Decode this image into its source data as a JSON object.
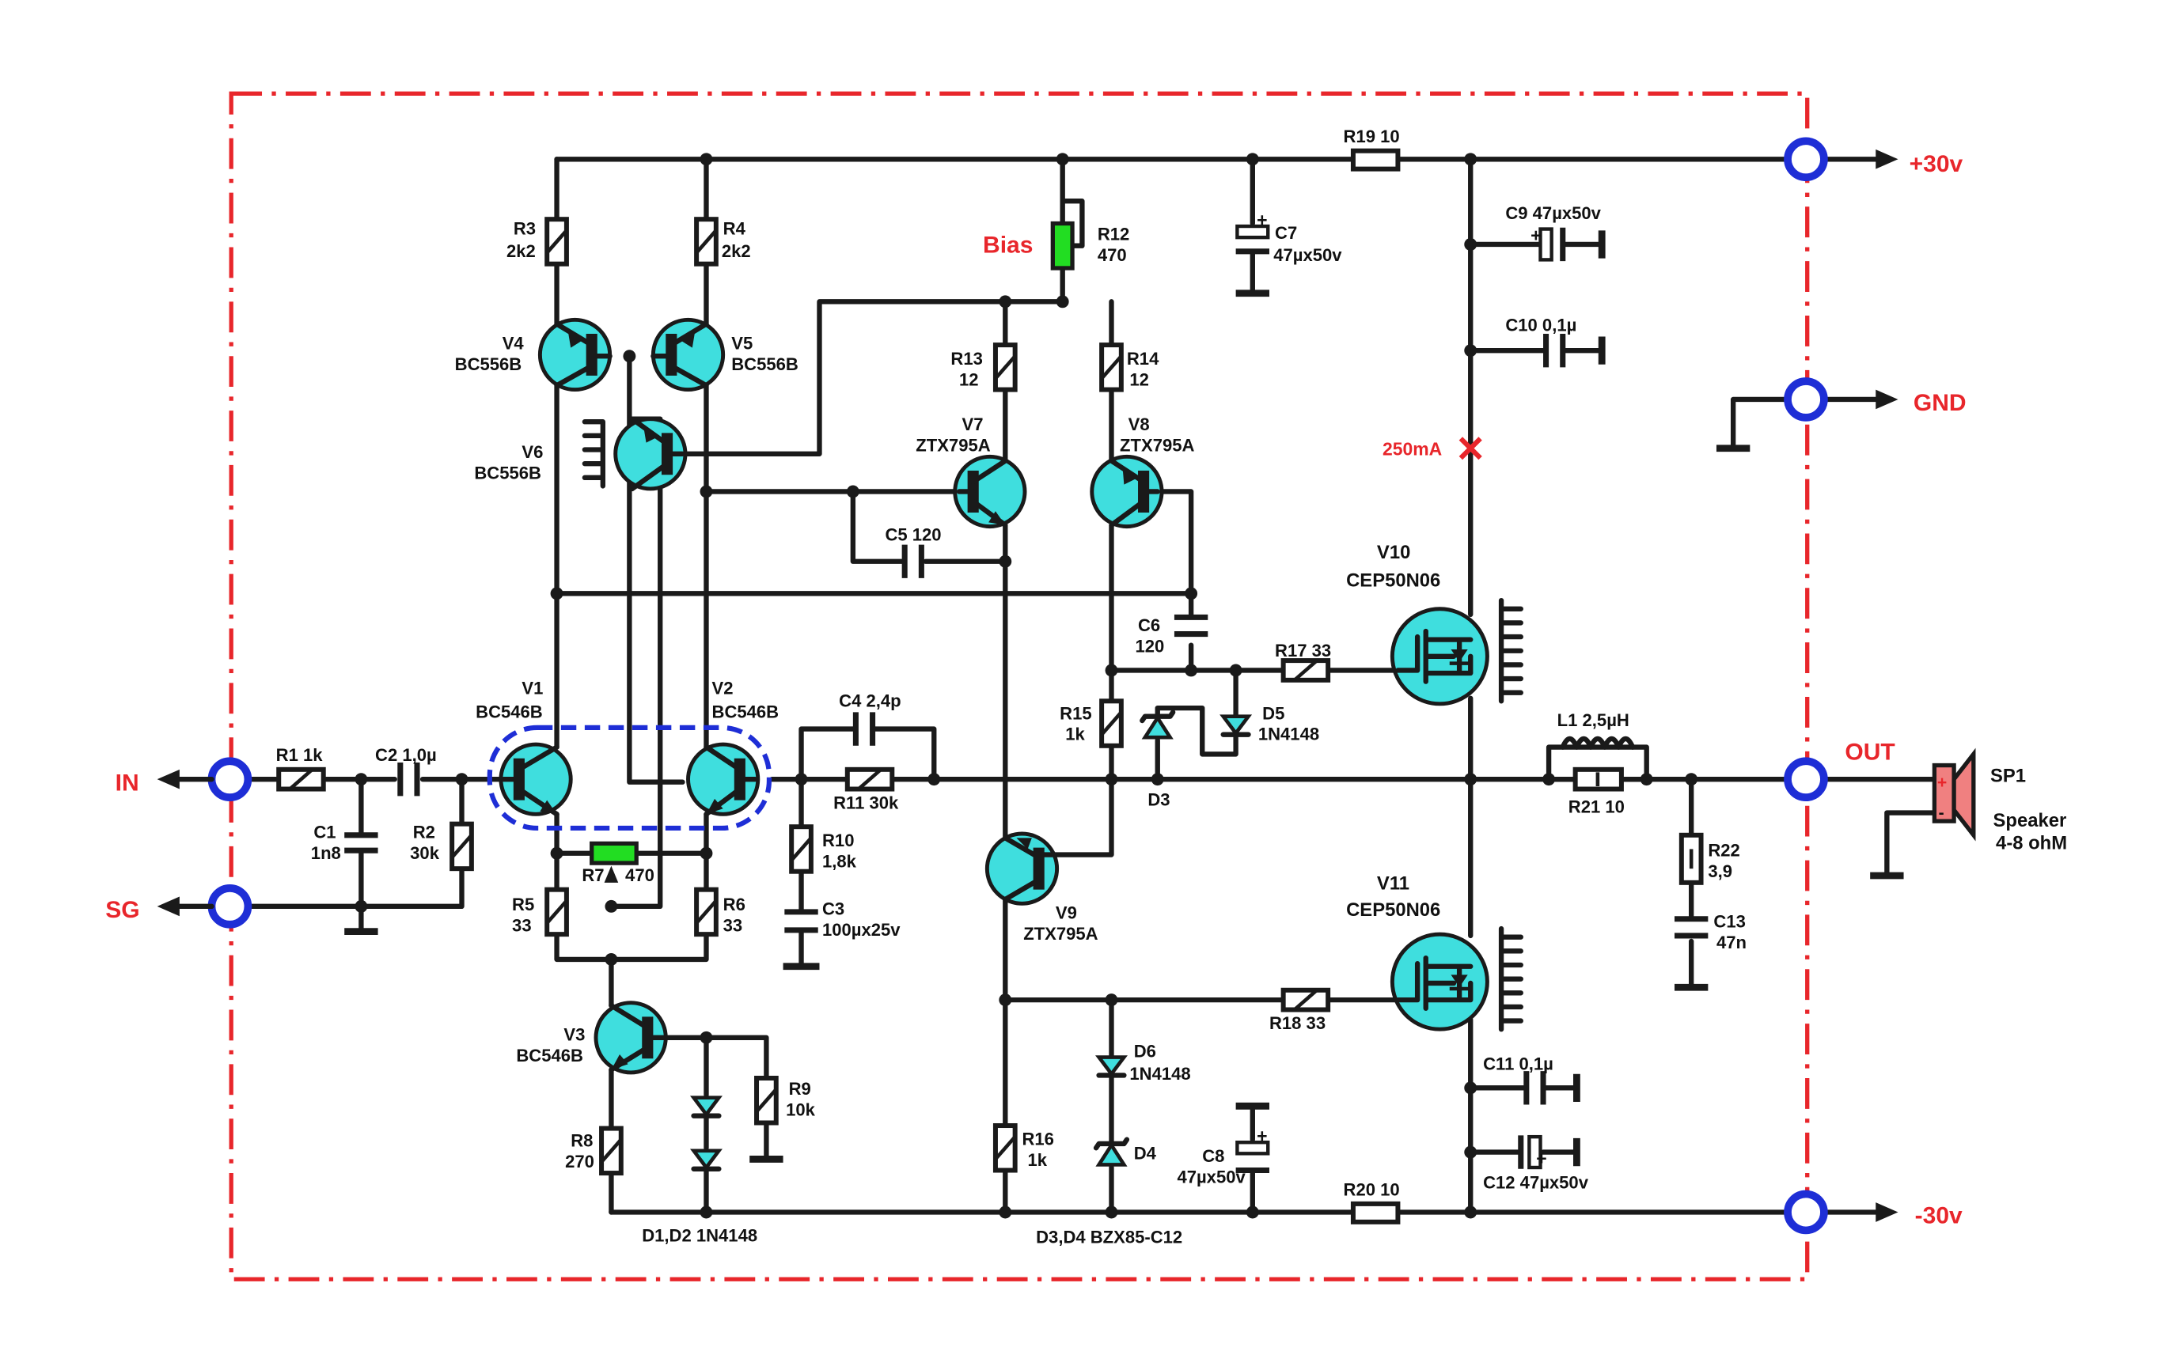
{
  "title_labels": {
    "bias": "Bias",
    "current": "250mA"
  },
  "terminals": {
    "pos": "+30v",
    "gnd": "GND",
    "out": "OUT",
    "neg": "-30v",
    "in": "IN",
    "sg": "SG"
  },
  "speaker": {
    "ref": "SP1",
    "desc1": "Speaker",
    "desc2": "4-8 ohM",
    "plus": "+",
    "minus": "-"
  },
  "resistors": {
    "r1": "R1  1k",
    "r2a": "R2",
    "r2b": "30k",
    "r3a": "R3",
    "r3b": "2k2",
    "r4a": "R4",
    "r4b": "2k2",
    "r5a": "R5",
    "r5b": "33",
    "r6a": "R6",
    "r6b": "33",
    "r7a": "R7",
    "r7b": "470",
    "r8a": "R8",
    "r8b": "270",
    "r9a": "R9",
    "r9b": "10k",
    "r10a": "R10",
    "r10b": "1,8k",
    "r11": "R11  30k",
    "r12a": "R12",
    "r12b": "470",
    "r13a": "R13",
    "r13b": "12",
    "r14a": "R14",
    "r14b": "12",
    "r15a": "R15",
    "r15b": "1k",
    "r16a": "R16",
    "r16b": "1k",
    "r17": "R17  33",
    "r18": "R18  33",
    "r19": "R19  10",
    "r20": "R20  10",
    "r21": "R21  10",
    "r22a": "R22",
    "r22b": "3,9"
  },
  "capacitors": {
    "c1a": "C1",
    "c1b": "1n8",
    "c2": "C2  1,0µ",
    "c3a": "C3",
    "c3b": "100µx25v",
    "c4": "C4  2,4p",
    "c5": "C5  120",
    "c6a": "C6",
    "c6b": "120",
    "c7a": "C7",
    "c7b": "47µx50v",
    "c8a": "C8",
    "c8b": "47µx50v",
    "c9": "C9  47µx50v",
    "c10": "C10  0,1µ",
    "c11": "C11  0,1µ",
    "c12": "C12  47µx50v",
    "c13a": "C13",
    "c13b": "47n"
  },
  "inductor": {
    "l1": "L1   2,5µH"
  },
  "transistors": {
    "v1a": "V1",
    "v1b": "BC546B",
    "v2a": "V2",
    "v2b": "BC546B",
    "v3a": "V3",
    "v3b": "BC546B",
    "v4a": "V4",
    "v4b": "BC556B",
    "v5a": "V5",
    "v5b": "BC556B",
    "v6a": "V6",
    "v6b": "BC556B",
    "v7a": "V7",
    "v7b": "ZTX795A",
    "v8a": "V8",
    "v8b": "ZTX795A",
    "v9a": "V9",
    "v9b": "ZTX795A",
    "v10a": "V10",
    "v10b": "CEP50N06",
    "v11a": "V11",
    "v11b": "CEP50N06"
  },
  "diodes": {
    "d3": "D3",
    "d4": "D4",
    "d5a": "D5",
    "d5b": "1N4148",
    "d6a": "D6",
    "d6b": "1N4148",
    "d12": "D1,D2  1N4148",
    "d34": "D3,D4   BZX85-C12"
  },
  "colors": {
    "border": "#e8262b",
    "terminal": "#1e2ed6",
    "transistor": "#3fdede",
    "highlight": "#22dd22",
    "speaker": "#f08080"
  }
}
